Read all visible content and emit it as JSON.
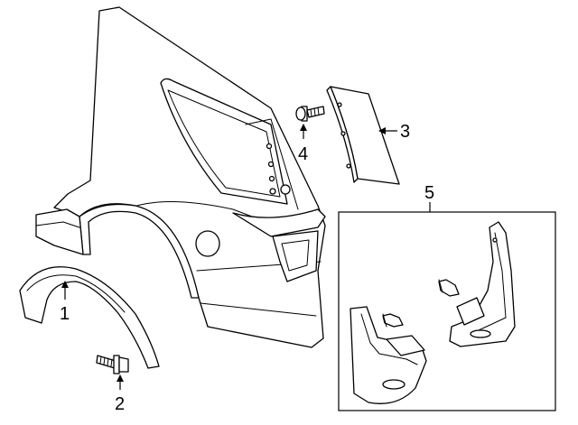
{
  "callouts": {
    "wheel_opening_molding": "1",
    "molding_screw": "2",
    "splash_shield": "3",
    "shield_bolt": "4",
    "mud_flap_kit": "5"
  },
  "colors": {
    "line": "#000000",
    "background": "#ffffff"
  }
}
